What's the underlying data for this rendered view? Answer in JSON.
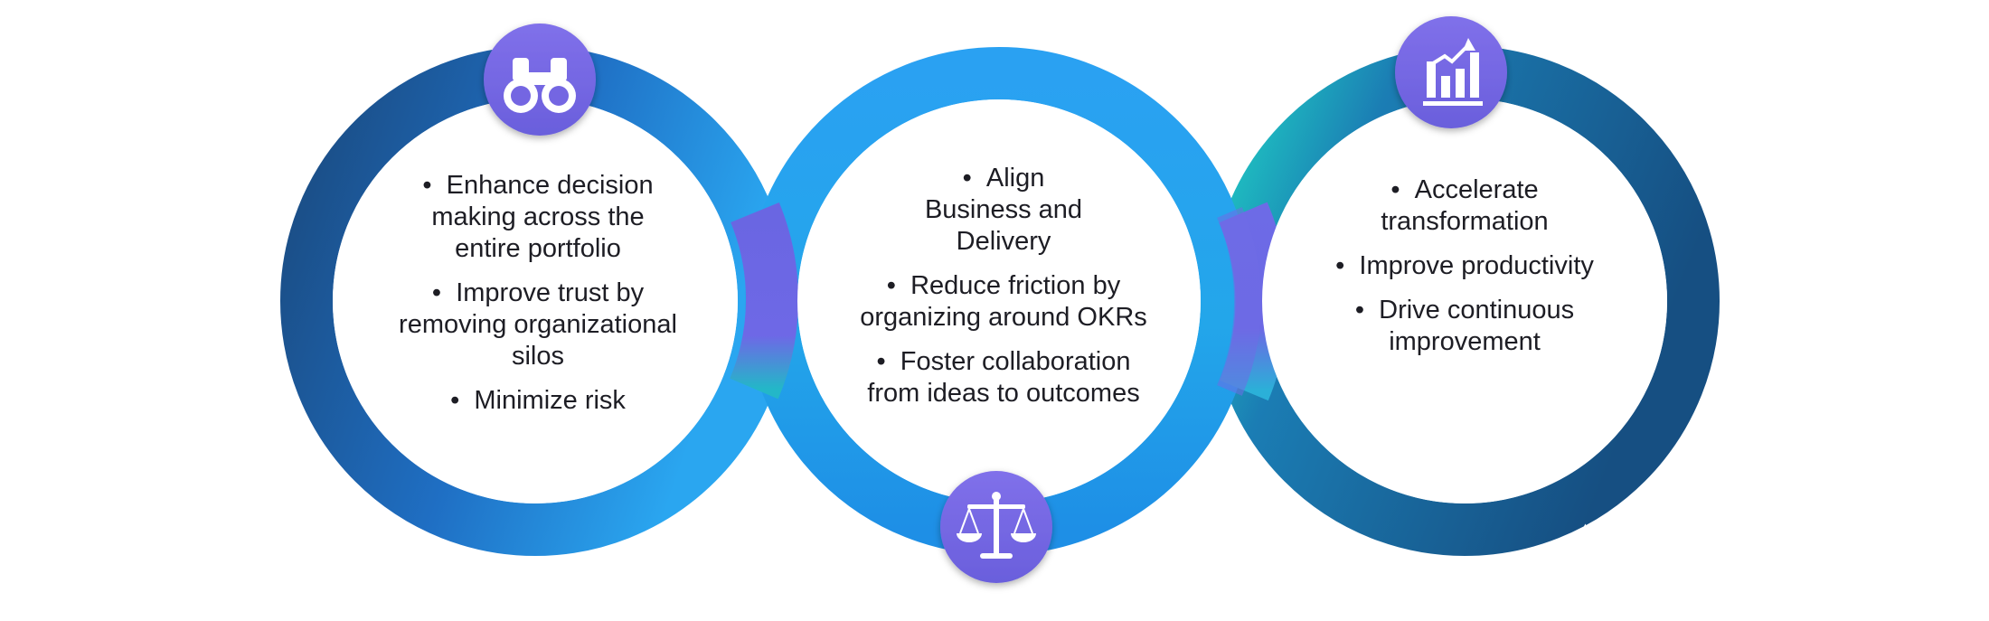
{
  "colors": {
    "navy": "#1d4f86",
    "blue": "#2088e0",
    "sky": "#2aa1f2",
    "violet": "#6b6be4",
    "teal": "#1fd0c4",
    "badge": "#7466e2",
    "text": "#1d1d24"
  },
  "sections": [
    {
      "title": "INCREASE VISIBILITY",
      "icon": "binoculars-icon",
      "bullets": [
        "Enhance decision making across the entire portfolio",
        "Improve trust by removing organizational silos",
        "Minimize risk"
      ]
    },
    {
      "title": "CREATE ALIGNMENT",
      "icon": "scales-icon",
      "bullets": [
        "Align Business and Delivery",
        "Reduce friction by organizing around OKRs",
        "Foster collaboration from ideas to outcomes"
      ]
    },
    {
      "title": "OPTIMIZE EFFICIENCY",
      "icon": "bar-chart-growth-icon",
      "bullets": [
        "Accelerate transformation",
        "Improve productivity",
        "Drive continuous improvement"
      ]
    }
  ]
}
